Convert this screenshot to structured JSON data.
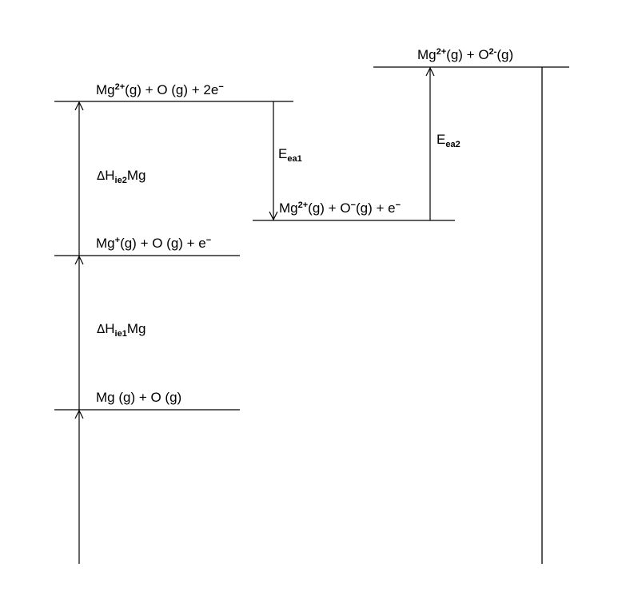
{
  "levels": {
    "mg2_o2": {
      "a": "Mg",
      "a_sup": "2+",
      "b": "(g) + O",
      "b_sup": "2-",
      "c": "(g)"
    },
    "mg2_o_2e": {
      "a": "Mg",
      "a_sup": "2+",
      "b": "(g) + O (g) + 2e",
      "b_sup": "−"
    },
    "mg2_om_e": {
      "a": "Mg",
      "a_sup": "2+",
      "b": "(g) + O",
      "b_sup": "−",
      "c": "(g) +  e",
      "c_sup": "−"
    },
    "mgp_o_e": {
      "a": "Mg",
      "a_sup": "+",
      "b": "(g) + O (g) + e",
      "b_sup": "−"
    },
    "mg_o": {
      "a": "Mg (g) + O (g)"
    }
  },
  "arrows": {
    "ie2": {
      "main": "H",
      "sub": "ie2",
      "tail": "Mg"
    },
    "ie1": {
      "main": "H",
      "sub": "ie1",
      "tail": "Mg"
    },
    "ea1": {
      "main": "E",
      "sub": "ea1"
    },
    "ea2": {
      "main": "E",
      "sub": "ea2"
    }
  },
  "symbols": {
    "delta": "Δ"
  },
  "colors": {
    "ink": "#000000",
    "background": "#ffffff"
  }
}
